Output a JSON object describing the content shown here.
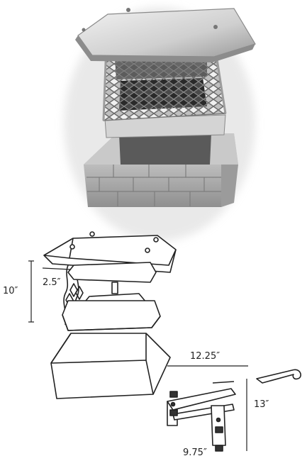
{
  "photo": {
    "subject": "chimney-cap-photo"
  },
  "diagram": {
    "dims": {
      "height": "10″",
      "offset": "2.5″",
      "bracket_width": "12.25″",
      "bracket_height": "13″",
      "bracket_base": "9.75″"
    }
  }
}
